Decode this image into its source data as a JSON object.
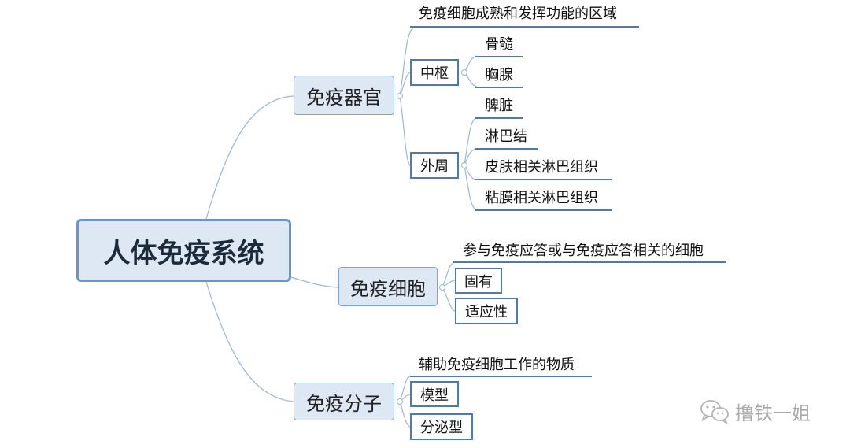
{
  "root": {
    "label": "人体免疫系统"
  },
  "organs": {
    "label": "免疫器官",
    "description": "免疫细胞成熟和发挥功能的区域",
    "central": {
      "label": "中枢",
      "items": [
        "骨髓",
        "胸腺"
      ]
    },
    "peripheral": {
      "label": "外周",
      "items": [
        "脾脏",
        "淋巴结",
        "皮肤相关淋巴组织",
        "粘膜相关淋巴组织"
      ]
    }
  },
  "cells": {
    "label": "免疫细胞",
    "description": "参与免疫应答或与免疫应答相关的细胞",
    "innate": {
      "label": "固有"
    },
    "adaptive": {
      "label": "适应性"
    }
  },
  "molecules": {
    "label": "免疫分子",
    "description": "辅助免疫细胞工作的物质",
    "model": {
      "label": "模型"
    },
    "secretory": {
      "label": "分泌型"
    }
  },
  "watermark": {
    "text": "撸铁一姐",
    "icon": "wechat-icon"
  },
  "colors": {
    "connector": "#9cb6d6",
    "underline": "#4f79b3",
    "node_fill": "#dde8f4"
  }
}
